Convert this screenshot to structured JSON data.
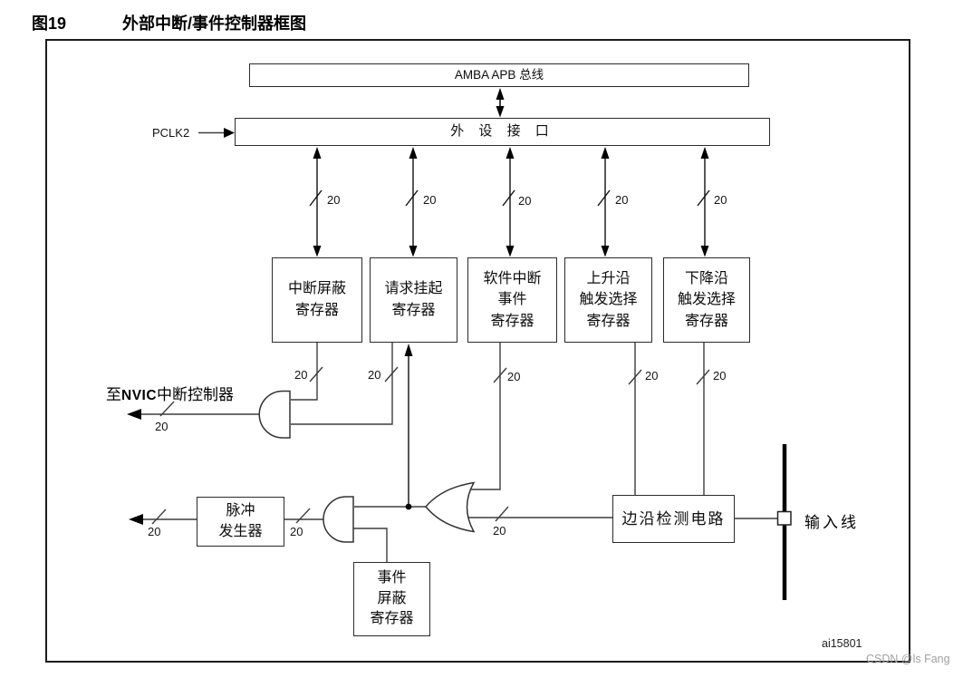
{
  "figure": {
    "number": "图19",
    "title": "外部中断/事件控制器框图",
    "id": "ai15801",
    "watermark": "CSDN @ls Fang"
  },
  "signals": {
    "pclk2": "PCLK2",
    "bus_width": "20",
    "input_line": "输入线"
  },
  "nvic_label": {
    "prefix": "至",
    "bold": "NVIC",
    "suffix": "中断控制器"
  },
  "blocks": {
    "amba_bus": "AMBA APB 总线",
    "peripheral_interface": "外 设 接 口",
    "interrupt_mask_register": [
      "中断屏蔽",
      "寄存器"
    ],
    "pending_request_register": [
      "请求挂起",
      "寄存器"
    ],
    "software_interrupt_event_register": [
      "软件中断",
      "事件",
      "寄存器"
    ],
    "rising_edge_trigger_register": [
      "上升沿",
      "触发选择",
      "寄存器"
    ],
    "falling_edge_trigger_register": [
      "下降沿",
      "触发选择",
      "寄存器"
    ],
    "pulse_generator": [
      "脉冲",
      "发生器"
    ],
    "event_mask_register": [
      "事件",
      "屏蔽",
      "寄存器"
    ],
    "edge_detect_circuit": "边沿检测电路"
  },
  "colors": {
    "wire": "#3d3d3d",
    "arrowhead": "#000000",
    "watermark": "#a0a0a0"
  }
}
